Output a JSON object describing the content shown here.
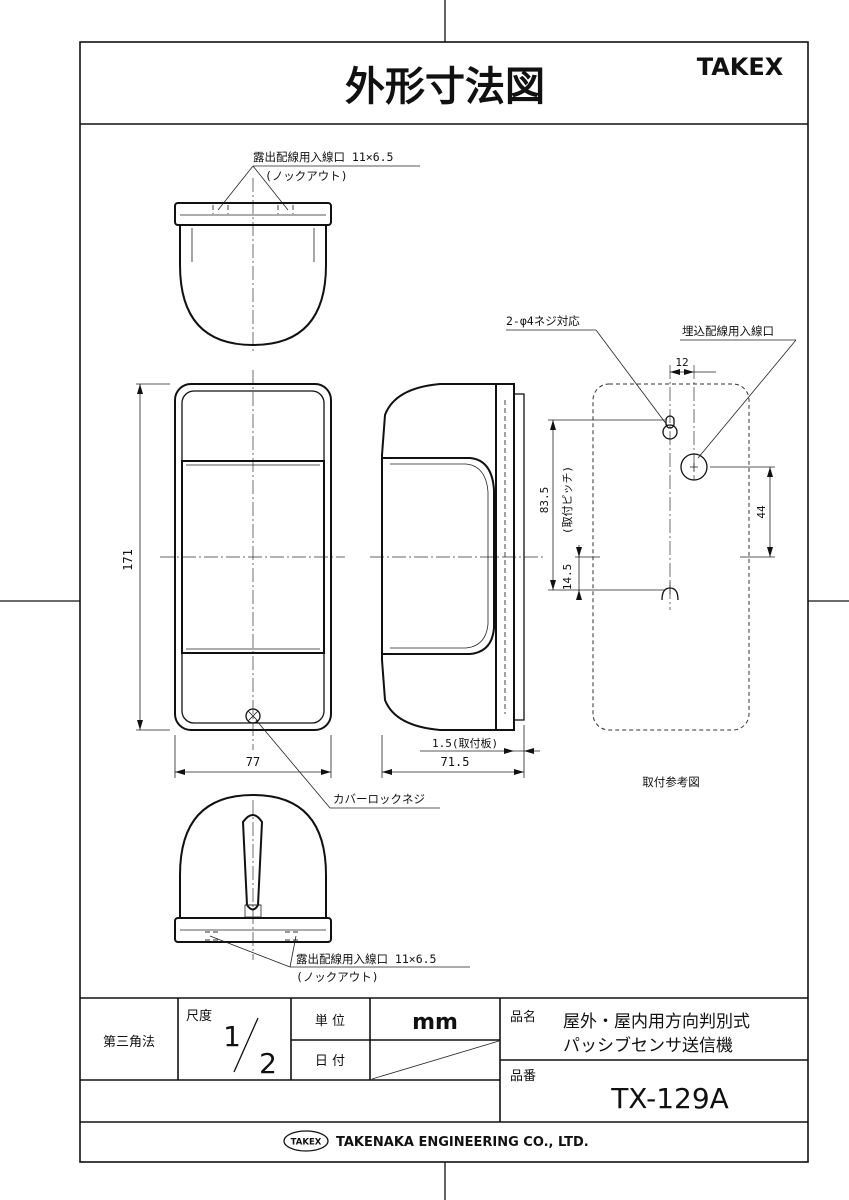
{
  "header": {
    "title": "外形寸法図",
    "brand": "TAKEX"
  },
  "top_view": {
    "label": "露出配線用入線口 11×6.5",
    "sublabel": "(ノックアウト)"
  },
  "bottom_view": {
    "label": "露出配線用入線口 11×6.5",
    "sublabel": "(ノックアウト)"
  },
  "front_view": {
    "height_dim": "171",
    "width_dim": "77",
    "screw_label": "カバーロックネジ"
  },
  "side_view": {
    "depth_dim": "71.5",
    "plate_dim": "1.5(取付板)"
  },
  "mount_view": {
    "screw_label": "2-φ4ネジ対応",
    "embed_label": "埋込配線用入線口",
    "offset_dim": "12",
    "pitch_dim": "83.5",
    "pitch_label": "(取付ピッチ)",
    "small_dim": "14.5",
    "hole_dim": "44",
    "caption": "取付参考図"
  },
  "title_block": {
    "projection": "第三角法",
    "scale_label": "尺度",
    "scale_num": "1",
    "scale_den": "2",
    "unit_label": "単 位",
    "unit_value": "mm",
    "date_label": "日 付",
    "date_value": "",
    "name_label": "品名",
    "name_line1": "屋外・屋内用方向判別式",
    "name_line2": "パッシブセンサ送信機",
    "code_label": "品番",
    "code_value": "TX-129A",
    "company_logo": "TAKEX",
    "company": "TAKENAKA ENGINEERING CO., LTD."
  }
}
